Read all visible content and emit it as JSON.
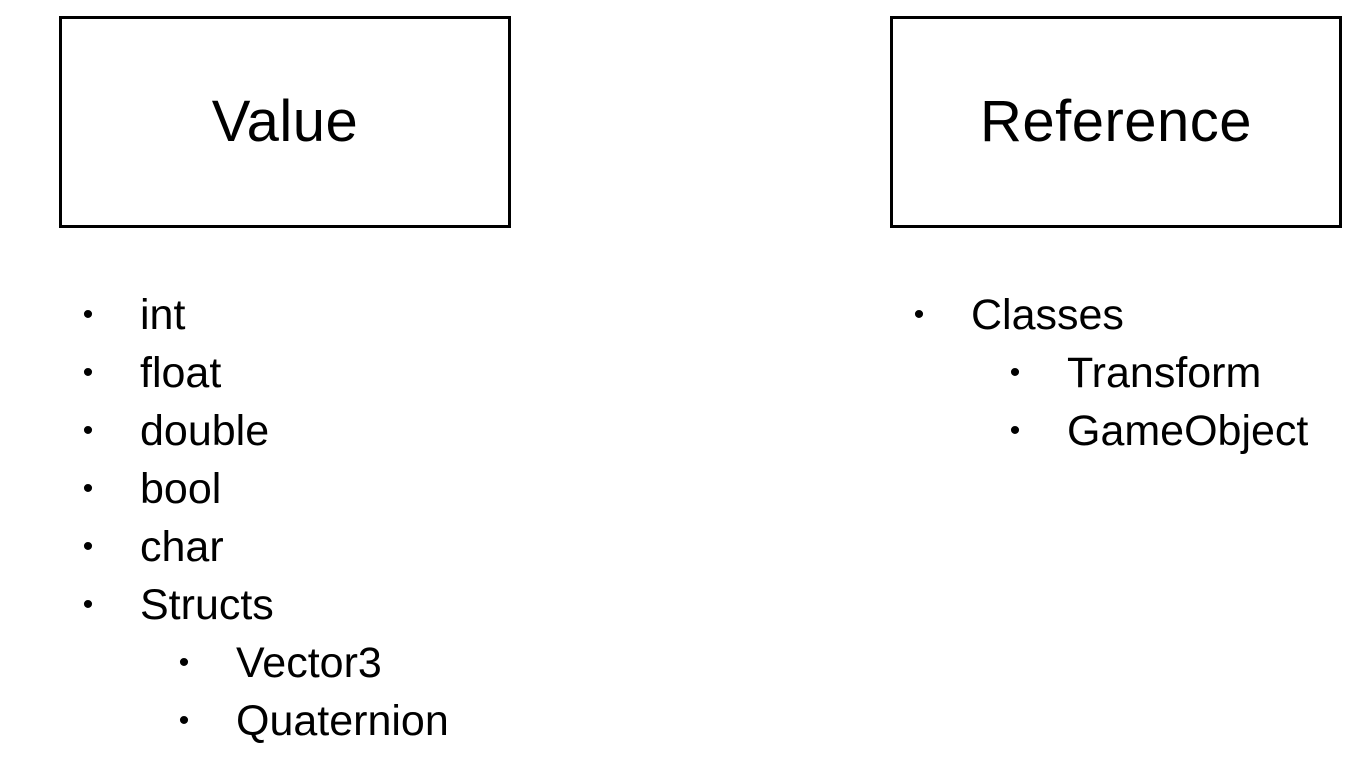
{
  "value_box": {
    "title": "Value",
    "items": [
      {
        "label": "int",
        "level": 1
      },
      {
        "label": "float",
        "level": 1
      },
      {
        "label": "double",
        "level": 1
      },
      {
        "label": "bool",
        "level": 1
      },
      {
        "label": "char",
        "level": 1
      },
      {
        "label": "Structs",
        "level": 1
      },
      {
        "label": "Vector3",
        "level": 2
      },
      {
        "label": "Quaternion",
        "level": 2
      }
    ]
  },
  "reference_box": {
    "title": "Reference",
    "items": [
      {
        "label": "Classes",
        "level": 1
      },
      {
        "label": "Transform",
        "level": 2
      },
      {
        "label": "GameObject",
        "level": 2
      }
    ]
  },
  "bullet_glyph": "•",
  "colors": {
    "background": "#ffffff",
    "foreground": "#000000"
  }
}
